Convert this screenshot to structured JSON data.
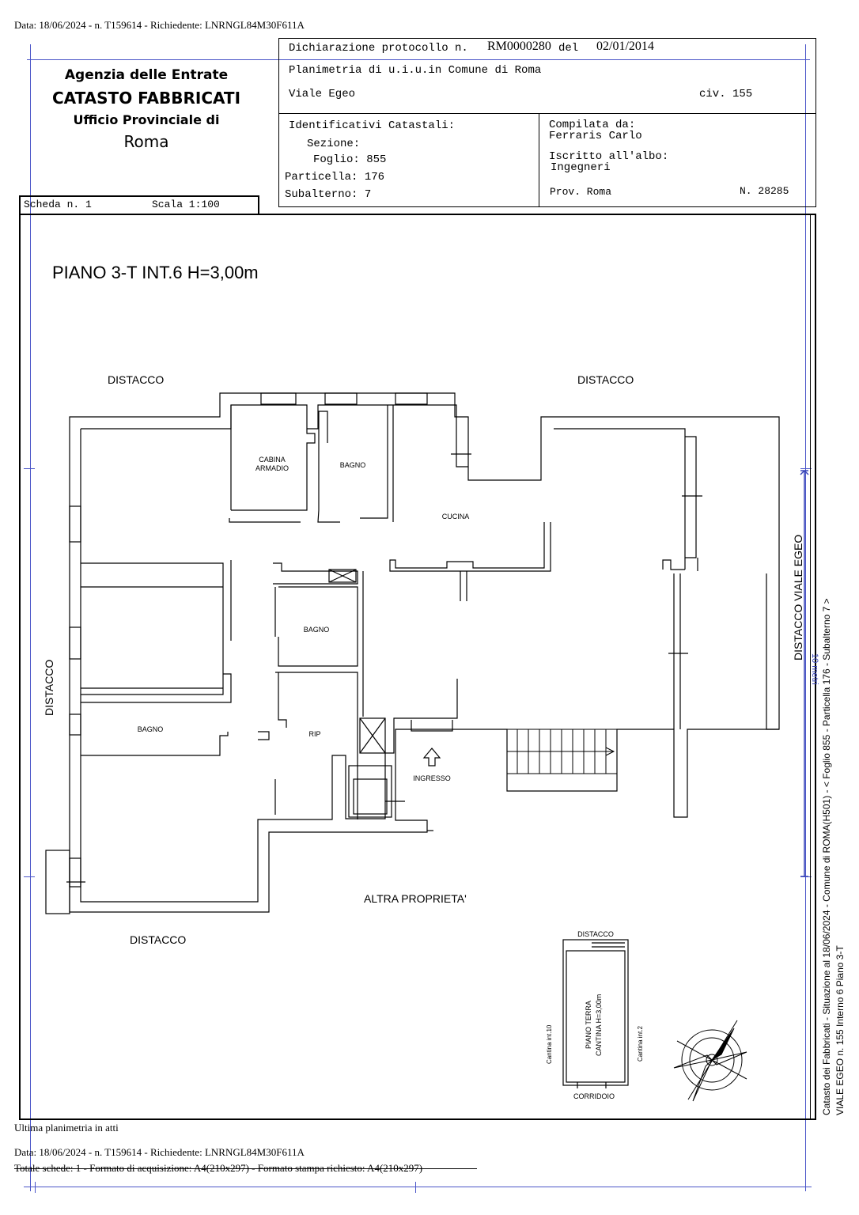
{
  "top_line": "Data: 18/06/2024 - n. T159614 - Richiedente: LNRNGL84M30F611A",
  "agency": {
    "line1": "Agenzia delle Entrate",
    "line2": "CATASTO FABBRICATI",
    "line3": "Ufficio Provinciale di",
    "line4": "Roma"
  },
  "scheda": {
    "label": "Scheda n. 1",
    "scale": "Scala 1:100"
  },
  "declaration": {
    "prefix": "Dichiarazione protocollo n.",
    "number": "RM0000280",
    "del_label": "del",
    "date": "02/01/2014",
    "planimetria": "Planimetria di u.i.u.in Comune di Roma",
    "street": "Viale Egeo",
    "civ": "civ. 155"
  },
  "identifiers": {
    "heading": "Identificativi Catastali:",
    "sezione": "Sezione:",
    "foglio": "Foglio: 855",
    "particella": "Particella: 176",
    "subalterno": "Subalterno: 7"
  },
  "compiler": {
    "heading": "Compilata da:",
    "name": "Ferraris Carlo",
    "albo_heading": "Iscritto all'albo:",
    "albo": "Ingegneri",
    "prov": "Prov. Roma",
    "number": "N. 28285"
  },
  "plan": {
    "floor_title": "PIANO 3-T INT.6 H=3,00m",
    "distacco_top_left": "DISTACCO",
    "distacco_top_right": "DISTACCO",
    "distacco_left": "DISTACCO",
    "distacco_bottom": "DISTACCO",
    "distacco_right": "DISTACCO VIALE EGEO",
    "altra_proprieta": "ALTRA PROPRIETA'",
    "rooms": {
      "cabina_1": "CABINA",
      "cabina_2": "ARMADIO",
      "bagno_top": "BAGNO",
      "cucina": "CUCINA",
      "bagno_mid": "BAGNO",
      "bagno_left": "BAGNO",
      "rip": "RIP",
      "ingresso": "INGRESSO"
    },
    "scale_label": "10 metri"
  },
  "cellar": {
    "distacco": "DISTACCO",
    "corridoio": "CORRIDOIO",
    "left_label": "Cantina int.10",
    "right_label": "Cantina int.2",
    "title_1": "PIANO TERRA",
    "title_2": "CANTINA H=3,00m"
  },
  "side_caption": {
    "line1": "Catasto dei Fabbricati - Situazione al 18/06/2024 - Comune di ROMA(H501) - < Foglio 855 - Particella 176 - Subalterno 7 >",
    "line2": "VIALE EGEO n. 155 Interno 6 Piano 3-T"
  },
  "footer": {
    "last": "Ultima planimetria in atti",
    "data": "Data: 18/06/2024 - n. T159614 - Richiedente: LNRNGL84M30F611A",
    "totale": "Totale schede: 1 - Formato di acquisizione: A4(210x297) - Formato stampa richiesto: A4(210x297)"
  },
  "colors": {
    "guide_blue": "#4a55c8",
    "ink": "#000000"
  }
}
